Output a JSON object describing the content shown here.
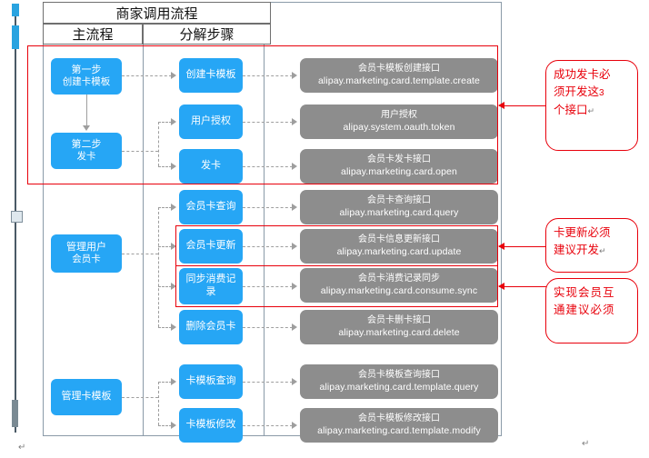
{
  "document": {
    "table_header": {
      "title": "商家调用流程",
      "columns": [
        "主流程",
        "分解步骤"
      ]
    },
    "pilcrow_symbol": "↵"
  },
  "flow": {
    "main_steps": [
      {
        "id": "step1",
        "line1": "第一步",
        "line2": "创建卡模板"
      },
      {
        "id": "step2",
        "line1": "第二步",
        "line2": "发卡"
      },
      {
        "id": "manage_user_card",
        "line1": "管理用户",
        "line2": "会员卡"
      },
      {
        "id": "manage_template",
        "line1": "管理卡模板",
        "line2": ""
      }
    ],
    "sub_steps": [
      {
        "id": "create_template",
        "label": "创建卡模板"
      },
      {
        "id": "user_auth",
        "label": "用户授权"
      },
      {
        "id": "issue_card",
        "label": "发卡"
      },
      {
        "id": "card_query",
        "label": "会员卡查询"
      },
      {
        "id": "card_update",
        "label": "会员卡更新"
      },
      {
        "id": "consume_sync_1",
        "label": "同步消费记"
      },
      {
        "id": "consume_sync_2",
        "label": "录"
      },
      {
        "id": "card_delete",
        "label": "删除会员卡"
      },
      {
        "id": "template_query",
        "label": "卡模板查询"
      },
      {
        "id": "template_modify",
        "label": "卡模板修改"
      }
    ],
    "apis": [
      {
        "id": "api_template_create",
        "name": "会员卡模板创建接口",
        "code": "alipay.marketing.card.template.create"
      },
      {
        "id": "api_oauth_token",
        "name": "用户授权",
        "code": "alipay.system.oauth.token"
      },
      {
        "id": "api_card_open",
        "name": "会员卡发卡接口",
        "code": "alipay.marketing.card.open"
      },
      {
        "id": "api_card_query",
        "name": "会员卡查询接口",
        "code": "alipay.marketing.card.query"
      },
      {
        "id": "api_card_update",
        "name": "会员卡信息更新接口",
        "code": "alipay.marketing.card.update"
      },
      {
        "id": "api_consume_sync",
        "name": "会员卡消费记录同步",
        "code": "alipay.marketing.card.consume.sync"
      },
      {
        "id": "api_card_delete",
        "name": "会员卡删卡接口",
        "code": "alipay.marketing.card.delete"
      },
      {
        "id": "api_template_query",
        "name": "会员卡模板查询接口",
        "code": "alipay.marketing.card.template.query"
      },
      {
        "id": "api_template_modify",
        "name": "会员卡模板修改接口",
        "code": "alipay.marketing.card.template.modify"
      }
    ]
  },
  "annotations": [
    {
      "id": "note_issue_card",
      "line1": "成功发卡必",
      "line2": "须开发这",
      "num": "3",
      "line3": "个接口",
      "mark": "↵"
    },
    {
      "id": "note_card_update",
      "line1": "卡更新必须",
      "line2": "建议开发",
      "mark": "↵"
    },
    {
      "id": "note_consume_sync",
      "line1": "实现会员互",
      "line2": "通建议必须",
      "mark": ""
    }
  ],
  "colors": {
    "blue_node": "#26a6f5",
    "gray_node": "#8d8d8d",
    "annotation_red": "#e8000b",
    "table_border": "#8a9aa8",
    "connector_gray": "#9e9e9e"
  }
}
